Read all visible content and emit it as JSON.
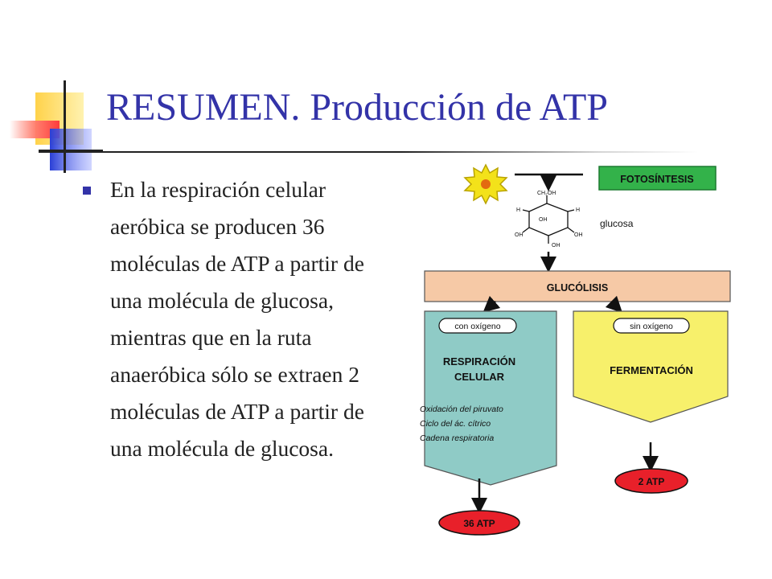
{
  "slide": {
    "title": "RESUMEN. Producción de ATP",
    "body": "En la respiración celular aeróbica se producen 36 moléculas de ATP a partir de una molécula de glucosa, mientras que en la ruta anaeróbica sólo se extraen 2 moléculas de ATP a partir de una molécula de glucosa."
  },
  "diagram": {
    "photosynthesis_label": "FOTOSÍNTESIS",
    "glucose_label": "glucosa",
    "glucose_ring_ch2oh": "CH₂OH",
    "glucose_ring_oh": "OH",
    "glucose_ring_h": "H",
    "glycolysis_label": "GLUCÓLISIS",
    "aerobic": {
      "condition": "con oxígeno",
      "title_line1": "RESPIRACIÓN",
      "title_line2": "CELULAR",
      "steps": [
        "Oxidación del piruvato",
        "Ciclo del ác. cítrico",
        "Cadena respiratoria"
      ],
      "result": "36 ATP"
    },
    "anaerobic": {
      "condition": "sin oxígeno",
      "title": "FERMENTACIÓN",
      "result": "2 ATP"
    },
    "colors": {
      "photosynthesis_box": "#33b24a",
      "glycolysis_bar": "#f6c9a6",
      "aerobic_box": "#8fcbc6",
      "anaerobic_box": "#f7f06b",
      "atp_oval": "#e8202a",
      "sun": "#f3e21a",
      "title": "#3333a8"
    }
  }
}
